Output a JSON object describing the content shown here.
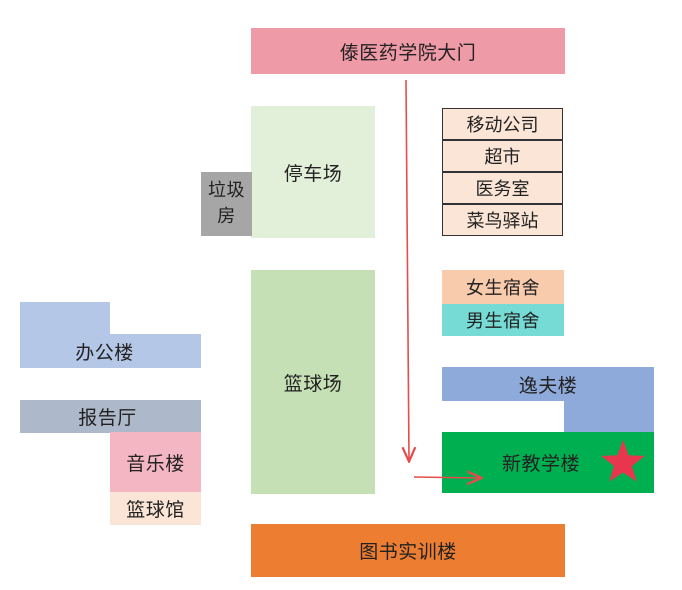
{
  "title": "傣医药学院大门",
  "buildings": {
    "gate": "傣医药学院大门",
    "parking": "停车场",
    "garbage": "垃圾房",
    "basketball_court": "篮球场",
    "shops": [
      "移动公司",
      "超市",
      "医务室",
      "菜鸟驿站"
    ],
    "girls_dorm": "女生宿舍",
    "boys_dorm": "男生宿舍",
    "yifu_building": "逸夫楼",
    "new_teaching_building": "新教学楼",
    "library_building": "图书实训楼",
    "office_building": "办公楼",
    "lecture_hall": "报告厅",
    "music_building": "音乐楼",
    "basketball_gym": "篮球馆"
  },
  "colors": {
    "gate": "#ef9aa7",
    "parking": "#e2efd9",
    "garbage": "#a6a6a6",
    "court": "#c5e0b4",
    "shops": "#fbe5d6",
    "girls_dorm": "#f8cbad",
    "boys_dorm": "#76dbd5",
    "yifu": "#8eaadb",
    "new_teaching": "#00b050",
    "library": "#ed7d31",
    "office": "#b4c7e7",
    "hall": "#adb9ca",
    "music": "#f4b6c2",
    "gym": "#fbe5d6",
    "route_arrow": "#e74c4c",
    "destination_star": "#e8364f"
  },
  "markers": {
    "route": "route-arrow",
    "destination": "star-icon"
  }
}
